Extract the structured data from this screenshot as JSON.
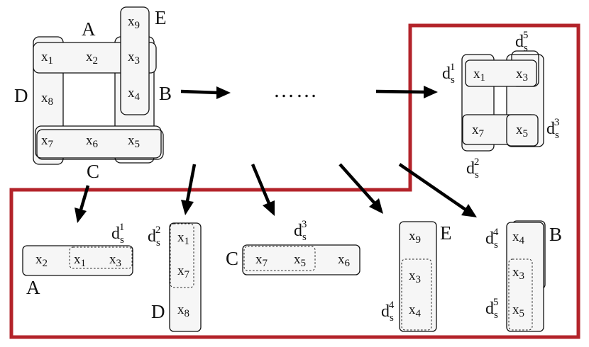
{
  "colors": {
    "highlight_region": "#b3232a",
    "box_fill": "#f6f6f6",
    "stroke": "#111111"
  },
  "ellipsis": "……",
  "labels": {
    "A": "A",
    "B": "B",
    "C": "C",
    "D": "D",
    "E": "E"
  },
  "vars": {
    "x1": "x",
    "x1_sub": "1",
    "x2": "x",
    "x2_sub": "2",
    "x3": "x",
    "x3_sub": "3",
    "x4": "x",
    "x4_sub": "4",
    "x5": "x",
    "x5_sub": "5",
    "x6": "x",
    "x6_sub": "6",
    "x7": "x",
    "x7_sub": "7",
    "x8": "x",
    "x8_sub": "8",
    "x9": "x",
    "x9_sub": "9"
  },
  "ds": {
    "base": "d",
    "sub": "s",
    "sup1": "1",
    "sup2": "2",
    "sup3": "3",
    "sup4": "4",
    "sup5": "5"
  }
}
